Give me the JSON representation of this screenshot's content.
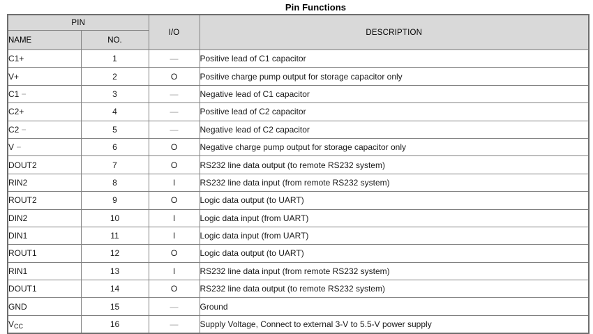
{
  "title": "Pin Functions",
  "table": {
    "headers": {
      "pin_group": "PIN",
      "name": "NAME",
      "no": "NO.",
      "io": "I/O",
      "description": "DESCRIPTION"
    },
    "rows": [
      {
        "name": "C1+",
        "name_suffix": "",
        "no": "1",
        "io": "—",
        "io_dim": true,
        "description": "Positive lead of C1 capacitor"
      },
      {
        "name": "V+",
        "name_suffix": "",
        "no": "2",
        "io": "O",
        "io_dim": false,
        "description": "Positive charge pump output for storage capacitor only"
      },
      {
        "name": "C1",
        "name_suffix": "−",
        "no": "3",
        "io": "—",
        "io_dim": true,
        "description": "Negative lead of C1 capacitor"
      },
      {
        "name": "C2+",
        "name_suffix": "",
        "no": "4",
        "io": "—",
        "io_dim": true,
        "description": "Positive lead of C2 capacitor"
      },
      {
        "name": "C2",
        "name_suffix": "−",
        "no": "5",
        "io": "—",
        "io_dim": true,
        "description": "Negative lead of C2 capacitor"
      },
      {
        "name": "V",
        "name_suffix": "−",
        "no": "6",
        "io": "O",
        "io_dim": false,
        "description": "Negative charge pump output for storage capacitor only"
      },
      {
        "name": "DOUT2",
        "name_suffix": "",
        "no": "7",
        "io": "O",
        "io_dim": false,
        "description": "RS232 line data output (to remote RS232 system)"
      },
      {
        "name": "RIN2",
        "name_suffix": "",
        "no": "8",
        "io": "I",
        "io_dim": false,
        "description": "RS232 line data input (from remote RS232 system)"
      },
      {
        "name": "ROUT2",
        "name_suffix": "",
        "no": "9",
        "io": "O",
        "io_dim": false,
        "description": "Logic data output (to UART)"
      },
      {
        "name": "DIN2",
        "name_suffix": "",
        "no": "10",
        "io": "I",
        "io_dim": false,
        "description": "Logic data input (from UART)"
      },
      {
        "name": "DIN1",
        "name_suffix": "",
        "no": "11",
        "io": "I",
        "io_dim": false,
        "description": "Logic data input (from UART)"
      },
      {
        "name": "ROUT1",
        "name_suffix": "",
        "no": "12",
        "io": "O",
        "io_dim": false,
        "description": "Logic data output (to UART)"
      },
      {
        "name": "RIN1",
        "name_suffix": "",
        "no": "13",
        "io": "I",
        "io_dim": false,
        "description": "RS232 line data input (from remote RS232 system)"
      },
      {
        "name": "DOUT1",
        "name_suffix": "",
        "no": "14",
        "io": "O",
        "io_dim": false,
        "description": "RS232 line data output (to remote RS232 system)"
      },
      {
        "name": "GND",
        "name_suffix": "",
        "no": "15",
        "io": "—",
        "io_dim": true,
        "description": "Ground"
      },
      {
        "name": "V",
        "name_subscript": "CC",
        "name_suffix": "",
        "no": "16",
        "io": "—",
        "io_dim": true,
        "description": "Supply Voltage, Connect to external 3-V to 5.5-V power supply"
      }
    ]
  },
  "colors": {
    "header_fill": "#d9d9d9",
    "text": "#1a1a1a",
    "dim_text": "#9a9a9a",
    "border_outer": "#6e6e6e",
    "border_inner": "#8a8a8a"
  }
}
